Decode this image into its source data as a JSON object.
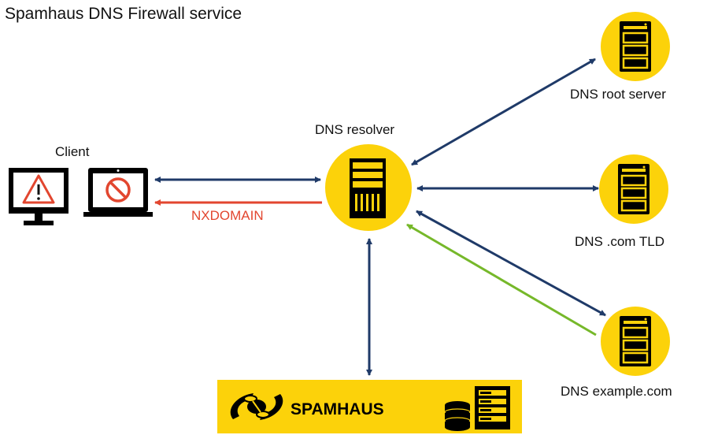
{
  "title": "Spamhaus DNS Firewall service",
  "labels": {
    "client": "Client",
    "resolver": "DNS resolver",
    "root": "DNS root server",
    "tld": "DNS .com TLD",
    "example": "DNS example.com",
    "nxdomain": "NXDOMAIN",
    "brand": "SPAMHAUS"
  },
  "colors": {
    "yellow": "#fcd20a",
    "navy": "#1f3a68",
    "red": "#e2462f",
    "green": "#76b82a",
    "black": "#000000"
  },
  "icons": [
    "monitor-warning-icon",
    "laptop-blocked-icon",
    "server-icon",
    "database-icon",
    "bee-logo-icon"
  ]
}
